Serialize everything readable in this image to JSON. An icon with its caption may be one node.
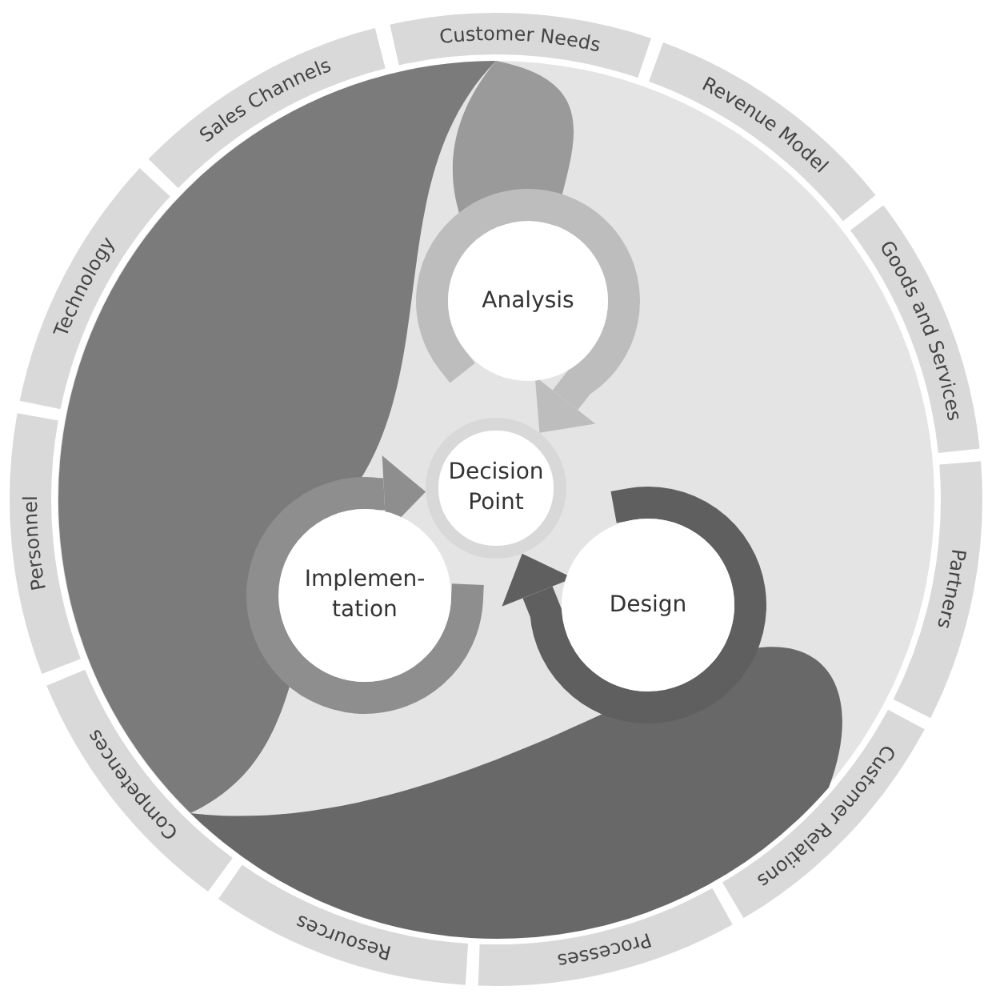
{
  "diagram": {
    "nodes": [
      {
        "text": [
          "Customer Needs"
        ]
      },
      {
        "text": [
          "Revenue Model"
        ]
      },
      {
        "text": [
          "Goods and Services"
        ]
      },
      {
        "text": [
          "Partners"
        ]
      },
      {
        "text": [
          "Customer Relations"
        ]
      },
      {
        "text": [
          "Processes"
        ]
      },
      {
        "text": [
          "Resources"
        ]
      },
      {
        "text": [
          "Competences"
        ]
      },
      {
        "text": [
          "Personnel"
        ]
      },
      {
        "text": [
          "Technology"
        ]
      },
      {
        "text": [
          "Sales Channels"
        ]
      },
      {
        "text": [
          "Analysis"
        ]
      },
      {
        "text": [
          "Decision Point"
        ]
      },
      {
        "text": [
          "Implemen- tation"
        ]
      },
      {
        "text": [
          "Design"
        ]
      }
    ],
    "edges": [
      {
        "from": 11,
        "to": 12,
        "arrow": "to",
        "color": "#bdbdbd"
      },
      {
        "from": 14,
        "to": 12,
        "arrow": "to",
        "color": "#5f5f5f"
      },
      {
        "from": 13,
        "to": 12,
        "arrow": "to",
        "color": "#8e8e8e"
      }
    ]
  }
}
